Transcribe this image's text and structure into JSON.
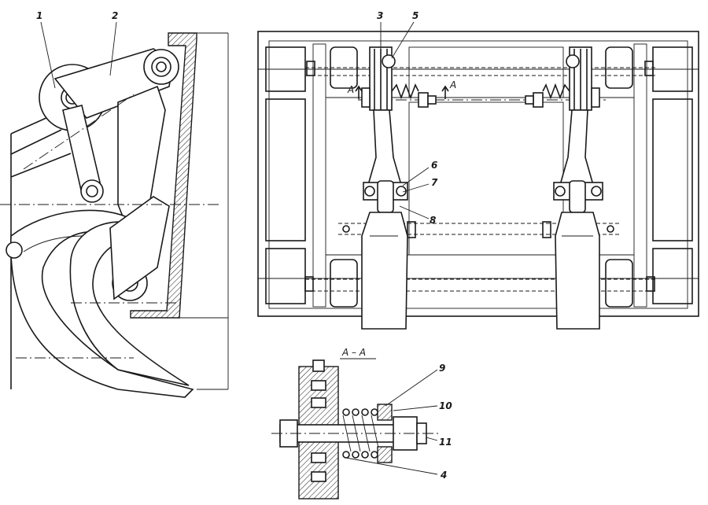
{
  "callouts": [
    "1",
    "2",
    "3",
    "5",
    "6",
    "7",
    "8",
    "9",
    "10",
    "11",
    "4"
  ],
  "section_marks": {
    "cut_left": "A",
    "cut_right": "A",
    "section_title": "A – A"
  }
}
